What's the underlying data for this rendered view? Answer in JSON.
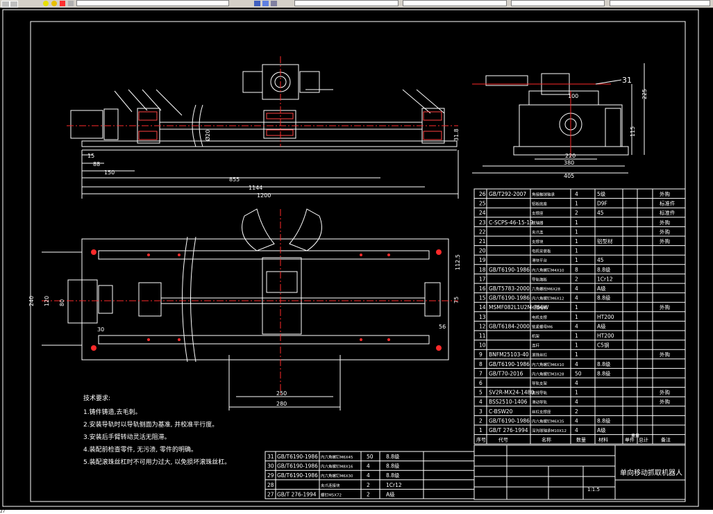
{
  "toolbar": {
    "layer_dropdown_value": "",
    "style_dropdown_1": "",
    "style_dropdown_2": "",
    "style_dropdown_3": "",
    "style_dropdown_4": ""
  },
  "drawing": {
    "title_block_name": "单向移动抓取机器人",
    "scale": "1:1.5",
    "balloon_top_right": "31",
    "tech_title": "技术要求:",
    "tech_notes": [
      "1.铸件铸造,去毛刺。",
      "2.安装导轨时以导轨侧面为基准, 并校准平行度。",
      "3.安装后手臂转动灵活无阻滞。",
      "4.装配前检查零件, 无污渍, 零件的明确。",
      "5.装配滚珠丝杠时不可用力过大, 以免损坏滚珠丝杠。"
    ],
    "dimensions": {
      "d855": "855",
      "d1144": "1144",
      "d1200": "1200",
      "d150": "150",
      "d88": "88",
      "d15": "15",
      "d250": "250",
      "d280": "280",
      "d220": "220",
      "d380": "380",
      "d405": "405",
      "d225": "225",
      "d115": "115",
      "d1125": "112.5",
      "d240": "240",
      "d120": "120",
      "d80": "80",
      "d30": "30",
      "d56": "56",
      "d75": "75",
      "d20": "Ø20",
      "d318": "31.8",
      "d150s": "150",
      "d100": "100"
    },
    "bom": [
      {
        "no": "26",
        "code": "GB/T292-2007",
        "name": "角接触球轴承",
        "qty": "4",
        "mat": "5级",
        "note": "外购"
      },
      {
        "no": "25",
        "code": "",
        "name": "铝板底座",
        "qty": "1",
        "mat": "D9F",
        "note": "标准件"
      },
      {
        "no": "24",
        "code": "",
        "name": "支撑座",
        "qty": "2",
        "mat": "45",
        "note": "标准件"
      },
      {
        "no": "23",
        "code": "C-SCPS-46-15-19",
        "name": "联轴器",
        "qty": "1",
        "mat": "",
        "note": "外购"
      },
      {
        "no": "22",
        "code": "",
        "name": "夹爪连",
        "qty": "1",
        "mat": "",
        "note": "外购"
      },
      {
        "no": "21",
        "code": "",
        "name": "支撑块",
        "qty": "1",
        "mat": "铝型材",
        "note": "外购"
      },
      {
        "no": "20",
        "code": "",
        "name": "电机安装板",
        "qty": "1",
        "mat": "",
        "note": ""
      },
      {
        "no": "19",
        "code": "",
        "name": "滑块平台",
        "qty": "1",
        "mat": "45",
        "note": ""
      },
      {
        "no": "18",
        "code": "GB/T6190-1986",
        "name": "内六角螺钉M4X10",
        "qty": "8",
        "mat": "8.8级",
        "note": ""
      },
      {
        "no": "17",
        "code": "",
        "name": "导轨端板",
        "qty": "2",
        "mat": "1Cr12",
        "note": ""
      },
      {
        "no": "16",
        "code": "GB/T5783-2000",
        "name": "六角螺栓M6X28",
        "qty": "4",
        "mat": "A级",
        "note": ""
      },
      {
        "no": "15",
        "code": "GB/T6190-1986",
        "name": "内六角螺钉M6X12",
        "qty": "4",
        "mat": "8.8级",
        "note": ""
      },
      {
        "no": "14",
        "code": "MSMF082L1U2M-750W",
        "name": "伺服电机",
        "qty": "1",
        "mat": "",
        "note": "外购"
      },
      {
        "no": "13",
        "code": "",
        "name": "电机支撑",
        "qty": "1",
        "mat": "HT200",
        "note": ""
      },
      {
        "no": "12",
        "code": "GB/T6184-2000",
        "name": "锁紧螺母M6",
        "qty": "4",
        "mat": "A级",
        "note": ""
      },
      {
        "no": "11",
        "code": "",
        "name": "机架",
        "qty": "1",
        "mat": "HT200",
        "note": ""
      },
      {
        "no": "10",
        "code": "",
        "name": "连杆",
        "qty": "1",
        "mat": "C5钢",
        "note": ""
      },
      {
        "no": "9",
        "code": "BNFM25103-40",
        "name": "滚珠丝杠",
        "qty": "1",
        "mat": "",
        "note": "外购"
      },
      {
        "no": "8",
        "code": "GB/T6190-1986",
        "name": "内六角螺钉M6X10",
        "qty": "4",
        "mat": "8.8级",
        "note": ""
      },
      {
        "no": "7",
        "code": "GB/T70-2016",
        "name": "内六角螺钉M3X28",
        "qty": "50",
        "mat": "8.8级",
        "note": ""
      },
      {
        "no": "6",
        "code": "",
        "name": "导轨支架",
        "qty": "4",
        "mat": "",
        "note": ""
      },
      {
        "no": "5",
        "code": "SV2R-MX24-1480",
        "name": "直线导轨",
        "qty": "1",
        "mat": "",
        "note": "外购"
      },
      {
        "no": "4",
        "code": "BSS2510-1406",
        "name": "滑动导轨",
        "qty": "4",
        "mat": "",
        "note": "外购"
      },
      {
        "no": "3",
        "code": "C-BSW20",
        "name": "丝杠支撑座",
        "qty": "2",
        "mat": "",
        "note": ""
      },
      {
        "no": "2",
        "code": "GB/T6190-1986",
        "name": "内六角螺钉M6X35",
        "qty": "4",
        "mat": "8.8级",
        "note": ""
      },
      {
        "no": "1",
        "code": "GB/T 276-1994",
        "name": "深沟球轴承M10X12",
        "qty": "4",
        "mat": "A级",
        "note": ""
      }
    ],
    "bom_header": {
      "no": "序号",
      "code": "代号",
      "name": "名称",
      "qty": "数量",
      "mat": "材料",
      "wt1": "单件",
      "wt2": "总计",
      "wt": "重量",
      "note": "备注"
    },
    "bom2": [
      {
        "no": "31",
        "code": "GB/T6190-1986",
        "name": "内六角螺钉M6X45",
        "qty": "50",
        "mat": "8.8级"
      },
      {
        "no": "30",
        "code": "GB/T6190-1986",
        "name": "内六角螺钉M8X16",
        "qty": "4",
        "mat": "8.8级"
      },
      {
        "no": "29",
        "code": "GB/T6190-1986",
        "name": "内六角螺钉M6X30",
        "qty": "4",
        "mat": "8.8级"
      },
      {
        "no": "28",
        "code": "",
        "name": "夹爪连接块",
        "qty": "2",
        "mat": "1Cr12"
      },
      {
        "no": "27",
        "code": "GB/T 276-1994",
        "name": "螺钉M5X72",
        "qty": "2",
        "mat": "A级"
      }
    ]
  },
  "colors": {
    "background": "#000000",
    "line_white": "#ffffff",
    "center_red": "#ff2a2a",
    "title_yellow": "#ffff00"
  },
  "command_line": "27"
}
